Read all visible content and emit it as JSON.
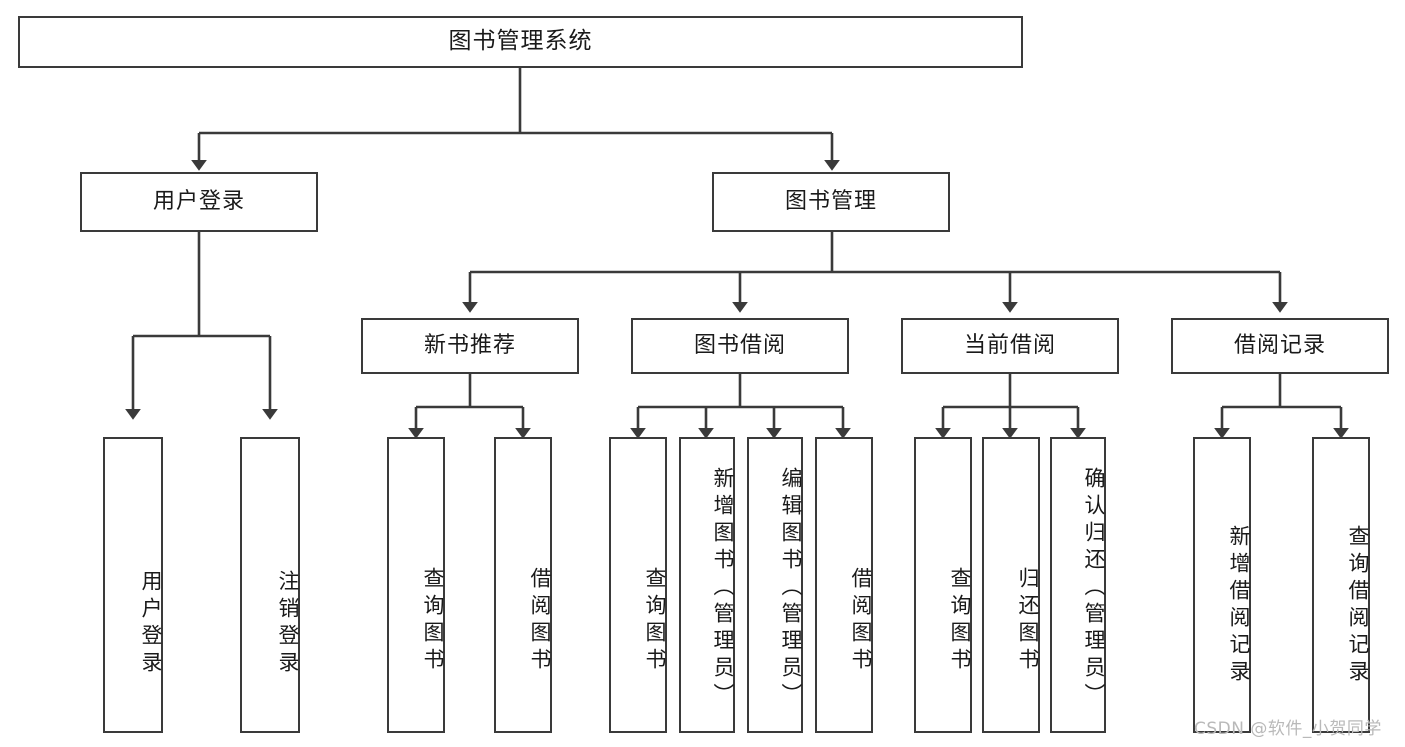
{
  "diagram": {
    "type": "tree-hierarchy",
    "title": "图书管理系统",
    "root": {
      "label": "图书管理系统",
      "level": 0
    },
    "level1": [
      {
        "label": "用户登录"
      },
      {
        "label": "图书管理"
      }
    ],
    "level2": [
      {
        "label": "新书推荐",
        "parent": "图书管理"
      },
      {
        "label": "图书借阅",
        "parent": "图书管理"
      },
      {
        "label": "当前借阅",
        "parent": "图书管理"
      },
      {
        "label": "借阅记录",
        "parent": "图书管理"
      }
    ],
    "leaves": {
      "用户登录": [
        {
          "label": "用户登录"
        },
        {
          "label": "注销登录"
        }
      ],
      "新书推荐": [
        {
          "label": "查询图书"
        },
        {
          "label": "借阅图书"
        }
      ],
      "图书借阅": [
        {
          "label": "查询图书"
        },
        {
          "label": "新增图书（管理员）"
        },
        {
          "label": "编辑图书（管理员）"
        },
        {
          "label": "借阅图书"
        }
      ],
      "当前借阅": [
        {
          "label": "查询图书"
        },
        {
          "label": "归还图书"
        },
        {
          "label": "确认归还（管理员）"
        }
      ],
      "借阅记录": [
        {
          "label": "新增借阅记录"
        },
        {
          "label": "查询借阅记录"
        }
      ]
    }
  },
  "watermark": {
    "text": "CSDN @软件_小贺同学"
  },
  "colors": {
    "stroke": "#3a3a3a",
    "fill": "#ffffff",
    "text": "#1a1a1a",
    "watermark": "#b9b9b9"
  }
}
